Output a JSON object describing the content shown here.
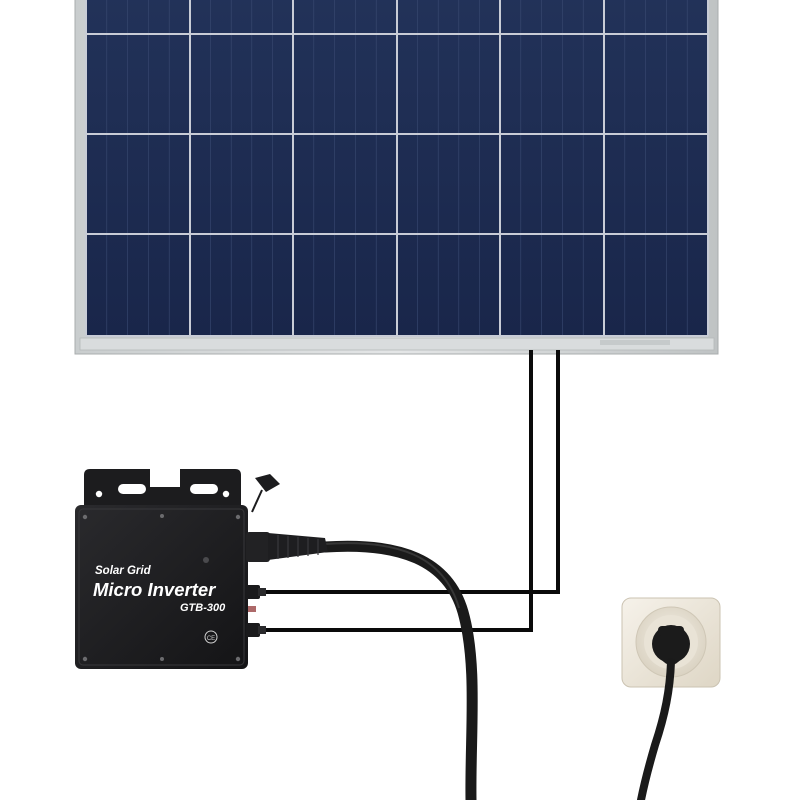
{
  "inverter": {
    "brand_line": "Solar Grid",
    "title": "Micro Inverter",
    "model": "GTB-300",
    "mark": "CE"
  },
  "colors": {
    "panel_cell": "#1c2a4d",
    "panel_frame": "#cfd3d4",
    "inverter_body": "#1f1f21",
    "cable": "#1a1a1a",
    "wire": "#0a0a0a",
    "socket_plate": "#efe9dc"
  }
}
